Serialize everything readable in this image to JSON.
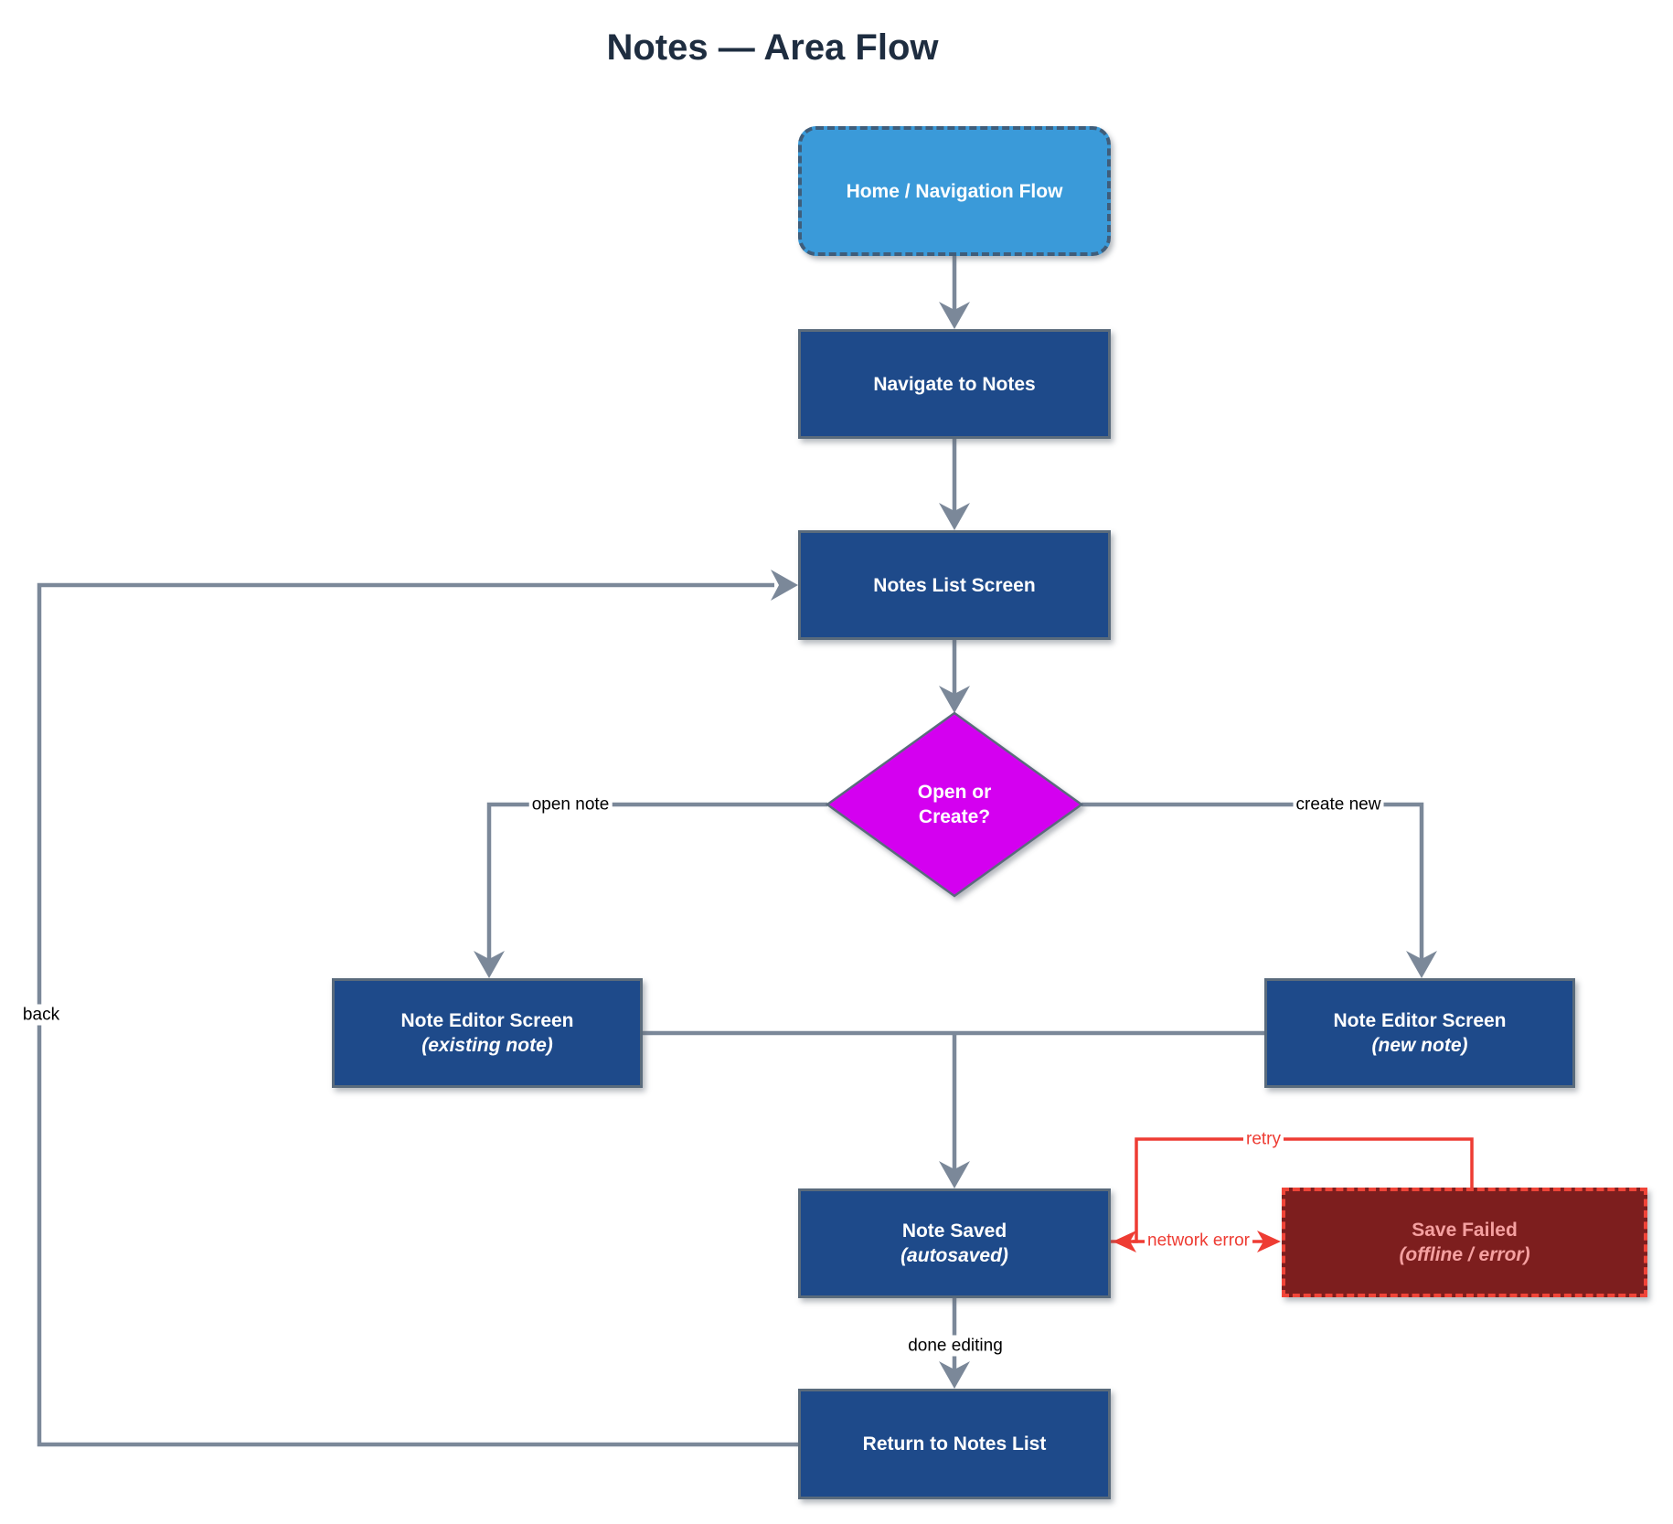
{
  "title": "Notes — Area Flow",
  "diagram_type": "flowchart",
  "nodes": {
    "home": {
      "label": "Home / Navigation Flow",
      "shape": "rounded-rect-dashed",
      "fill": "#3a9ad9"
    },
    "navigate": {
      "label": "Navigate to Notes",
      "shape": "rect",
      "fill": "#1e4a8a"
    },
    "notes_list": {
      "label": "Notes List Screen",
      "shape": "rect",
      "fill": "#1e4a8a"
    },
    "decision": {
      "line1": "Open or",
      "line2": "Create?",
      "shape": "diamond",
      "fill": "#d400f0"
    },
    "editor_existing": {
      "line1": "Note Editor Screen",
      "line2": "(existing note)",
      "shape": "rect",
      "fill": "#1e4a8a"
    },
    "editor_new": {
      "line1": "Note Editor Screen",
      "line2": "(new note)",
      "shape": "rect",
      "fill": "#1e4a8a"
    },
    "note_saved": {
      "line1": "Note Saved",
      "line2": "(autosaved)",
      "shape": "rect",
      "fill": "#1e4a8a"
    },
    "save_failed": {
      "line1": "Save Failed",
      "line2": "(offline / error)",
      "shape": "rect-dashed",
      "fill": "#7d1e1e"
    },
    "return_list": {
      "label": "Return to Notes List",
      "shape": "rect",
      "fill": "#1e4a8a"
    }
  },
  "edges": [
    {
      "from": "home",
      "to": "navigate",
      "label": ""
    },
    {
      "from": "navigate",
      "to": "notes_list",
      "label": ""
    },
    {
      "from": "notes_list",
      "to": "decision",
      "label": ""
    },
    {
      "from": "decision",
      "to": "editor_existing",
      "label": "open note"
    },
    {
      "from": "decision",
      "to": "editor_new",
      "label": "create new"
    },
    {
      "from": "editor_existing",
      "to": "note_saved",
      "label": ""
    },
    {
      "from": "editor_new",
      "to": "note_saved",
      "label": ""
    },
    {
      "from": "note_saved",
      "to": "return_list",
      "label": "done editing"
    },
    {
      "from": "return_list",
      "to": "notes_list",
      "label": "back"
    },
    {
      "from": "note_saved",
      "to": "save_failed",
      "label": "network error",
      "color": "#ee3c33"
    },
    {
      "from": "save_failed",
      "to": "note_saved",
      "label": "retry",
      "color": "#ee3c33"
    }
  ],
  "colors": {
    "title_text": "#1e2d40",
    "node_fill": "#1e4a8a",
    "node_border": "#5a6b7c",
    "node_text": "#ffffff",
    "home_fill": "#3a9ad9",
    "home_border": "#3f5d7a",
    "decision_fill": "#d400f0",
    "edge_line": "#7b8899",
    "edge_label_text": "#000000",
    "error_line": "#ee3c33",
    "error_fill": "#7d1e1e",
    "error_border": "#f04438",
    "error_text": "#f5a0a0",
    "background": "#ffffff"
  }
}
